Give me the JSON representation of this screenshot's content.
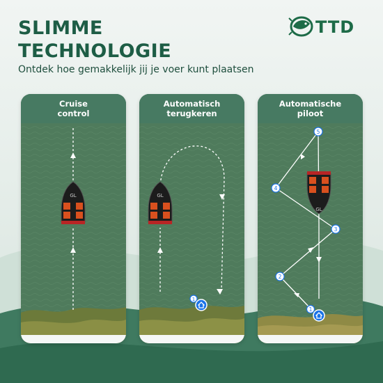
{
  "header": {
    "title_line1": "SLIMME",
    "title_line2": "TECHNOLOGIE",
    "subtitle": "Ontdek hoe gemakkelijk jij je voer kunt plaatsen"
  },
  "logo": {
    "text": "TTD",
    "icon": "carp-fish-logo"
  },
  "colors": {
    "brand_green": "#1d5d45",
    "panel_header": "#477a62",
    "water": "#4f7b5c",
    "marker_blue": "#1a73e8"
  },
  "panels": [
    {
      "title_line1": "Cruise",
      "title_line2": "control",
      "boat_label": "GL"
    },
    {
      "title_line1": "Automatisch",
      "title_line2": "terugkeren",
      "boat_label": "GL",
      "markers": [
        {
          "label": "1",
          "icon": "home-icon"
        }
      ]
    },
    {
      "title_line1": "Automatische",
      "title_line2": "piloot",
      "boat_label": "GL",
      "markers": [
        {
          "label": "1",
          "icon": "home-icon"
        },
        {
          "label": "2"
        },
        {
          "label": "3"
        },
        {
          "label": "4"
        },
        {
          "label": "5"
        }
      ]
    }
  ]
}
